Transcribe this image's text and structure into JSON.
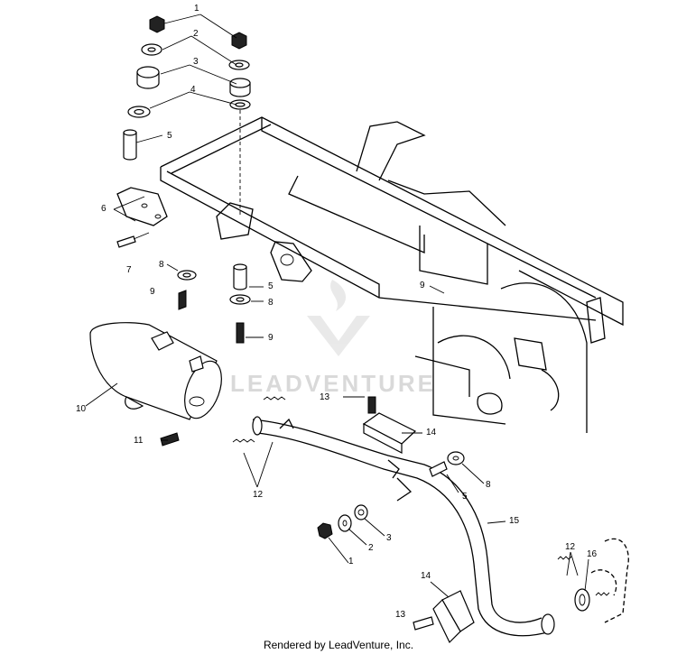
{
  "watermark": "LEADVENTURE",
  "footer": "Rendered by LeadVenture, Inc.",
  "callouts": [
    "1",
    "2",
    "3",
    "4",
    "5",
    "6",
    "7",
    "8",
    "9",
    "5",
    "8",
    "9",
    "9",
    "10",
    "11",
    "12",
    "13",
    "14",
    "5",
    "8",
    "15",
    "1",
    "2",
    "3",
    "12",
    "16",
    "14",
    "13"
  ]
}
